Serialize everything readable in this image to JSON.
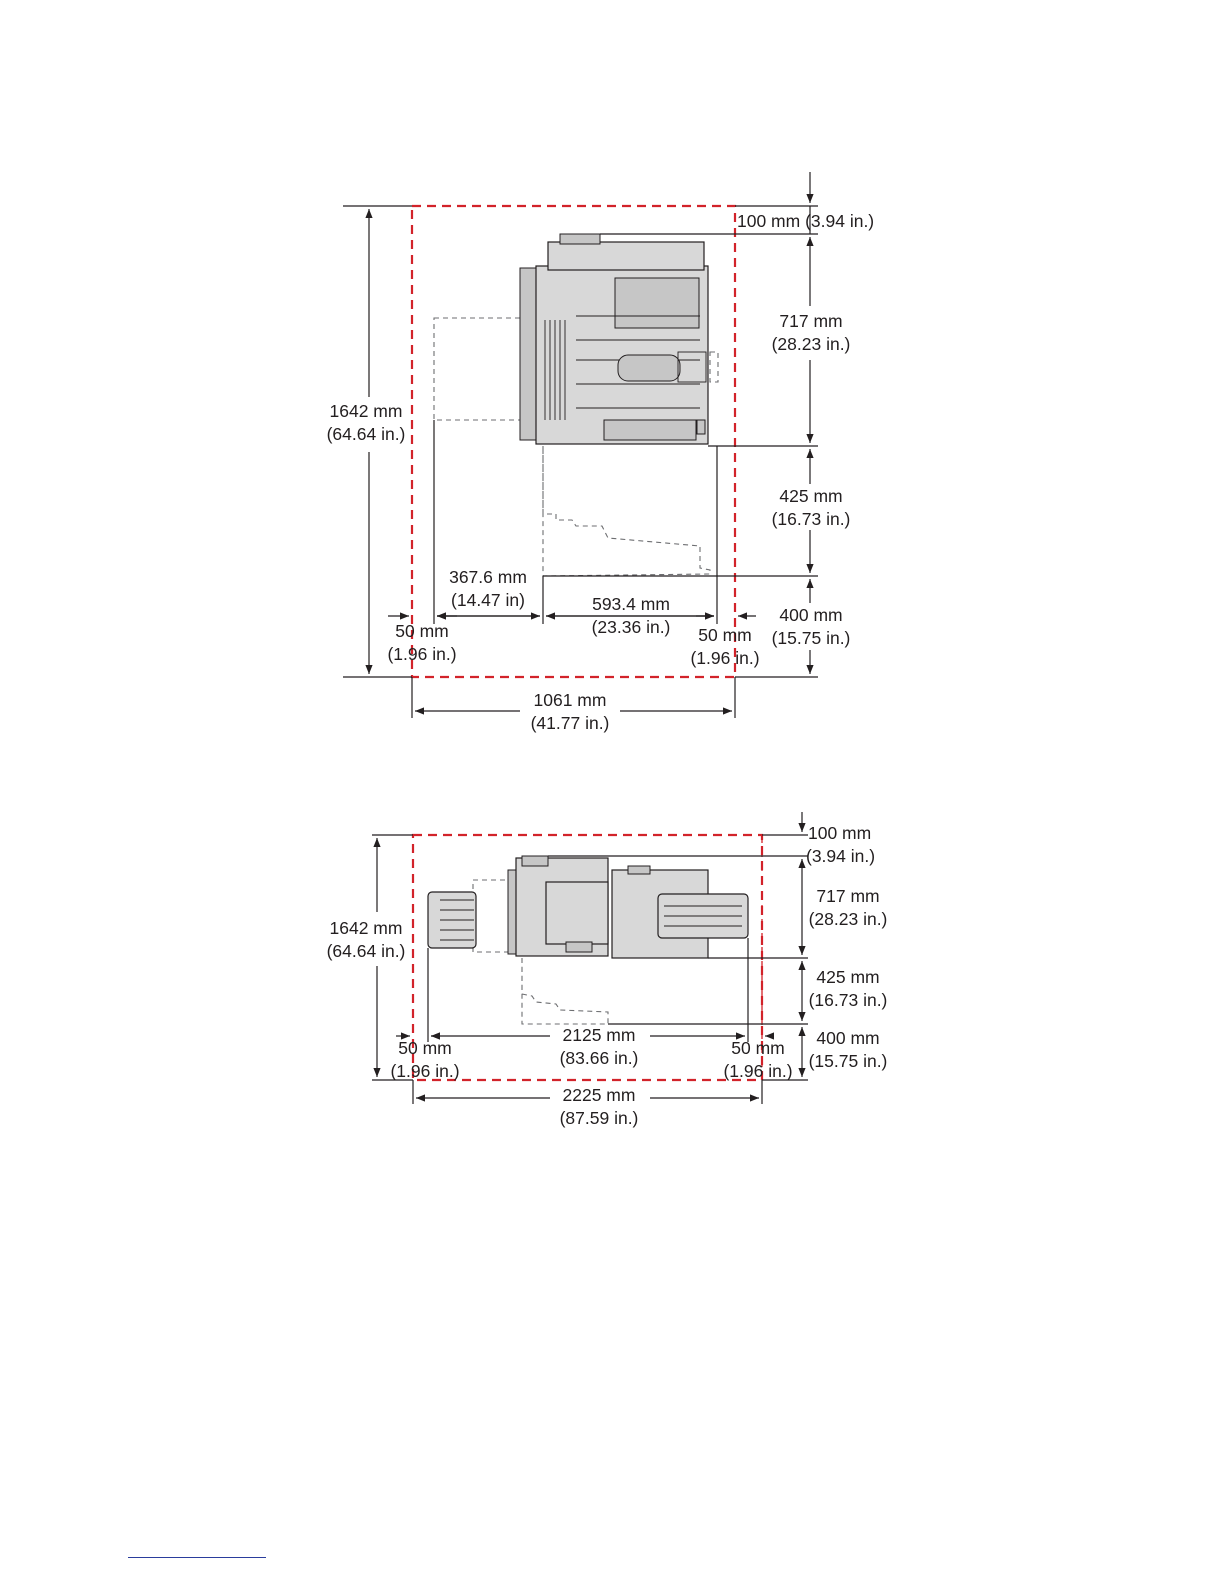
{
  "diagram_1": {
    "height_total": [
      "1642 mm",
      "(64.64 in.)"
    ],
    "top_clearance": "100 mm (3.94 in.)",
    "printer_depth": [
      "717 mm",
      "(28.23 in.)"
    ],
    "tray_depth": [
      "425 mm",
      "(16.73 in.)"
    ],
    "front_clearance": [
      "400 mm",
      "(15.75 in.)"
    ],
    "left_extension": [
      "367.6 mm",
      "(14.47 in)"
    ],
    "printer_width": [
      "593.4 mm",
      "(23.36 in.)"
    ],
    "left_clearance": [
      "50 mm",
      "(1.96 in.)"
    ],
    "right_clearance": [
      "50 mm",
      "(1.96 in.)"
    ],
    "total_width": [
      "1061 mm",
      "(41.77 in.)"
    ]
  },
  "diagram_2": {
    "height_total": [
      "1642 mm",
      "(64.64 in.)"
    ],
    "top_clearance": [
      "100 mm",
      "(3.94 in.)"
    ],
    "printer_depth": [
      "717 mm",
      "(28.23 in.)"
    ],
    "tray_depth": [
      "425 mm",
      "(16.73 in.)"
    ],
    "front_clearance": [
      "400 mm",
      "(15.75 in.)"
    ],
    "printer_width": [
      "2125 mm",
      "(83.66 in.)"
    ],
    "left_clearance": [
      "50 mm",
      "(1.96 in.)"
    ],
    "right_clearance": [
      "50 mm",
      "(1.96 in.)"
    ],
    "total_width": [
      "2225 mm",
      "(87.59 in.)"
    ]
  },
  "colors": {
    "clearance_outline": "#d2232a",
    "dimension_lines": "#231f20",
    "printer_body": "#d8d8d8",
    "footer_rule": "#2a3d9c"
  }
}
